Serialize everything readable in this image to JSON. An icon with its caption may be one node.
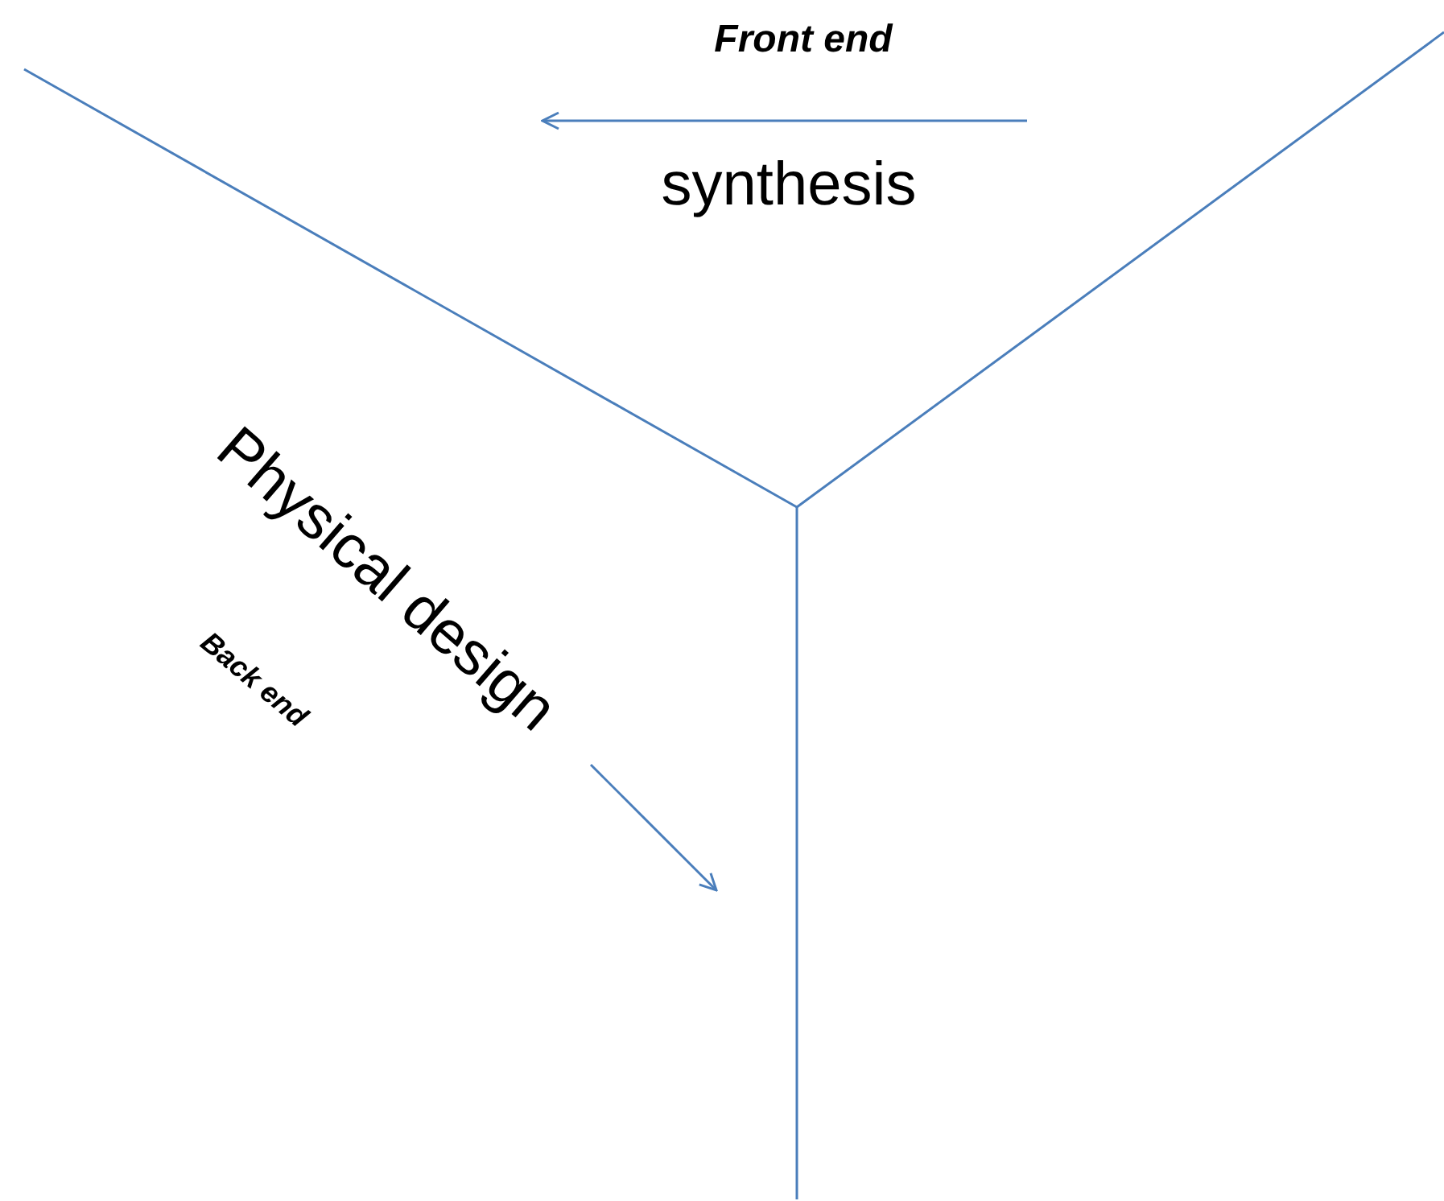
{
  "diagram": {
    "labels": [
      "Front end",
      "synthesis",
      "Physical design",
      "Back end"
    ]
  }
}
